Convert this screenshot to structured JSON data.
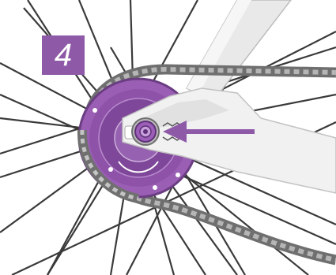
{
  "step": {
    "number": "4"
  },
  "colors": {
    "accent": "#8e5aa8",
    "frame": "#e6e6e6",
    "chain": "#8a8a8a",
    "spoke": "#3a3a3a",
    "background": "#ffffff"
  },
  "icons": [
    "step-number-badge",
    "spoke-lines",
    "chain",
    "frame-dropout",
    "purple-sprocket-hub",
    "axle-nut",
    "push-arrow"
  ]
}
